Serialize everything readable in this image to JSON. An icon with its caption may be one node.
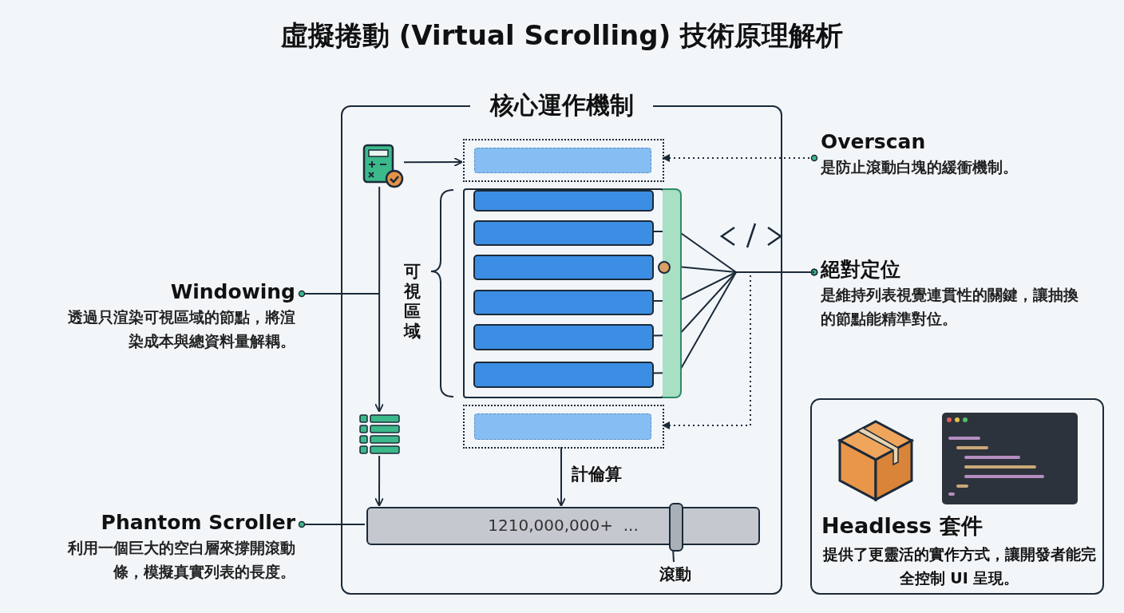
{
  "diagram": {
    "title": "虛擬捲動 (Virtual Scrolling) 技術原理解析",
    "nodes": [
      {
        "text": [
          "核心運作機制"
        ]
      },
      {
        "text": [],
        "shape": "picture",
        "in": 0
      },
      {
        "text": [],
        "shape": "box",
        "in": 0
      },
      {
        "text": [],
        "shape": "box",
        "in": 0
      },
      {
        "text": [],
        "shape": "bar",
        "in": 3
      },
      {
        "text": [],
        "shape": "bar",
        "in": 3
      },
      {
        "text": [],
        "shape": "bar",
        "in": 3
      },
      {
        "text": [],
        "shape": "bar",
        "in": 3
      },
      {
        "text": [],
        "shape": "bar",
        "in": 3
      },
      {
        "text": [],
        "shape": "bar",
        "in": 3
      },
      {
        "text": [],
        "shape": "circle",
        "in": 0
      },
      {
        "text": [],
        "shape": "picture",
        "in": 0
      },
      {
        "text": [],
        "shape": "box",
        "in": 0
      },
      {
        "text": [
          "1210,000,000+  ..."
        ],
        "in": 0
      },
      {
        "text": [],
        "shape": "bar",
        "in": 13
      },
      {
        "text": [
          "滾動"
        ],
        "in": 0
      },
      {
        "text": [
          "Overscan",
          "是防止滾動白塊的緩衝機制。"
        ]
      },
      {
        "text": [
          "絕對定位",
          "是維持列表視覺連貫性的關鍵，讓抽換的節點能精準對位。"
        ]
      },
      {
        "text": [
          "Windowing",
          "透過只渲染可視區域的節點，將渲染成本與總資料量解耦。"
        ]
      },
      {
        "text": [
          "Phantom Scroller",
          "利用一個巨大的空白層來撐開滾動條，模擬真實列表的長度。"
        ]
      },
      {
        "text": [
          "Headless 套件",
          "提供了更靈活的實作方式，讓開發者能完全控制 UI 呈現。"
        ]
      },
      {
        "text": [],
        "shape": "picture",
        "in": 20
      },
      {
        "text": [],
        "shape": "picture",
        "in": 20
      }
    ],
    "edges": [
      {
        "from": 1,
        "to": 2,
        "arrow": "to"
      },
      {
        "from": 1,
        "to": 11,
        "arrow": "to"
      },
      {
        "from": 11,
        "to": 13,
        "arrow": "to"
      },
      {
        "from": 12,
        "to": 13,
        "arrow": "to",
        "label": "計倫算"
      },
      {
        "from": 16,
        "to": 2,
        "arrow": "to",
        "style": "dashed"
      },
      {
        "from": 17,
        "to": 5,
        "arrow": "other"
      },
      {
        "from": 17,
        "to": 10,
        "arrow": "other"
      },
      {
        "from": 17,
        "to": 7,
        "arrow": "other"
      },
      {
        "from": 17,
        "to": 8,
        "arrow": "other"
      },
      {
        "from": 17,
        "to": 9,
        "arrow": "other"
      },
      {
        "from": 17,
        "to": 12,
        "arrow": "to",
        "style": "dashed"
      },
      {
        "from": 18,
        "to": null,
        "arrow": "other"
      },
      {
        "from": 19,
        "to": 13,
        "arrow": "other"
      },
      {
        "from": 15,
        "to": 14,
        "arrow": "none"
      }
    ],
    "labels": [
      "可視區域"
    ]
  }
}
